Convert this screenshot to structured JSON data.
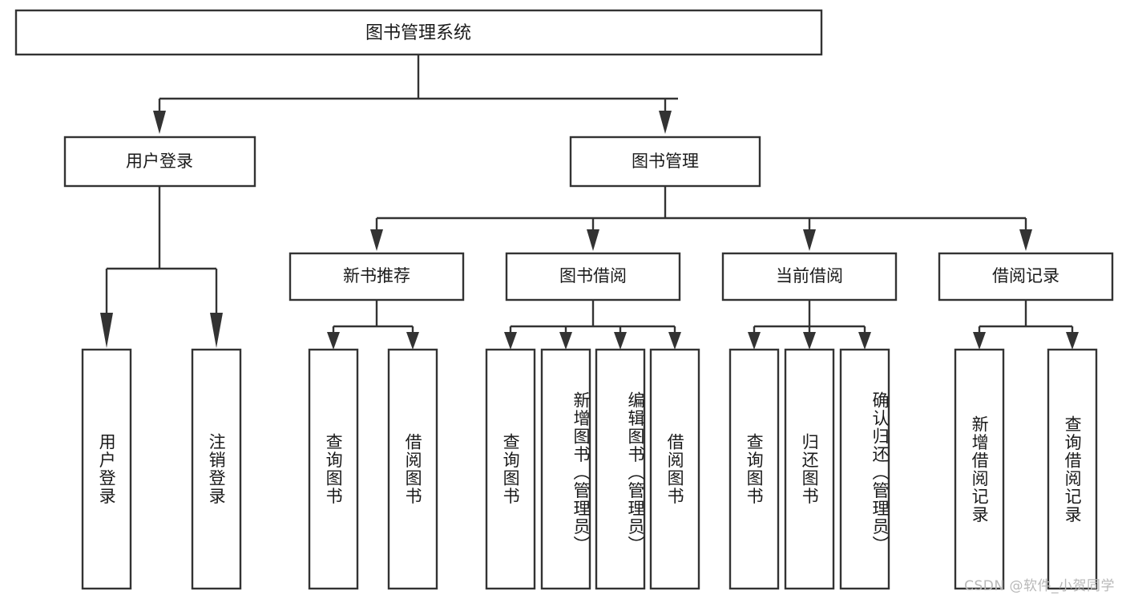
{
  "diagram": {
    "title": "图书管理系统",
    "type": "hierarchy-tree",
    "watermark": "CSDN @软件_小贺同学",
    "colors": {
      "stroke": "#333333",
      "fill": "#ffffff",
      "text": "#1a1a1a",
      "watermark": "#b8b8b8"
    },
    "levels": {
      "root": {
        "label": "图书管理系统"
      },
      "level2": [
        {
          "label": "用户登录"
        },
        {
          "label": "图书管理"
        }
      ],
      "level3": [
        {
          "label": "新书推荐"
        },
        {
          "label": "图书借阅"
        },
        {
          "label": "当前借阅"
        },
        {
          "label": "借阅记录"
        }
      ],
      "leaves": {
        "user_login": [
          {
            "label": "用户登录"
          },
          {
            "label": "注销登录"
          }
        ],
        "new_book": [
          {
            "label": "查询图书"
          },
          {
            "label": "借阅图书"
          }
        ],
        "book_borrow": [
          {
            "label": "查询图书"
          },
          {
            "label": "新增图书（管理员）"
          },
          {
            "label": "编辑图书（管理员）"
          },
          {
            "label": "借阅图书"
          }
        ],
        "current_borrow": [
          {
            "label": "查询图书"
          },
          {
            "label": "归还图书"
          },
          {
            "label": "确认归还（管理员）"
          }
        ],
        "borrow_record": [
          {
            "label": "新增借阅记录"
          },
          {
            "label": "查询借阅记录"
          }
        ]
      }
    }
  }
}
